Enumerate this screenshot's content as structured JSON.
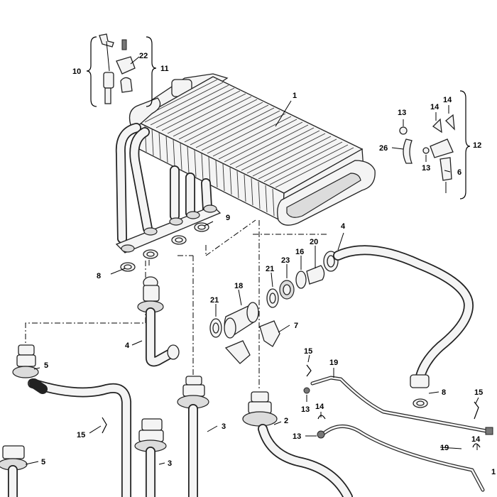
{
  "diagram": {
    "labels": {
      "p1": "1",
      "p2": "2",
      "p3a": "3",
      "p3b": "3",
      "p4a": "4",
      "p4b": "4",
      "p5a": "5",
      "p5b": "5",
      "p6": "6",
      "p7": "7",
      "p8a": "8",
      "p8b": "8",
      "p9": "9",
      "p10": "10",
      "p11": "11",
      "p12": "12",
      "p13a": "13",
      "p13b": "13",
      "p13c": "13",
      "p13d": "13",
      "p14a": "14",
      "p14b": "14",
      "p14c": "14",
      "p14d": "14",
      "p15a": "15",
      "p15b": "15",
      "p15c": "15",
      "p16": "16",
      "p18": "18",
      "p19a": "19",
      "p19b": "19",
      "p20": "20",
      "p21a": "21",
      "p21b": "21",
      "p22": "22",
      "p23": "23",
      "p26": "26",
      "p1edge": "1"
    }
  }
}
